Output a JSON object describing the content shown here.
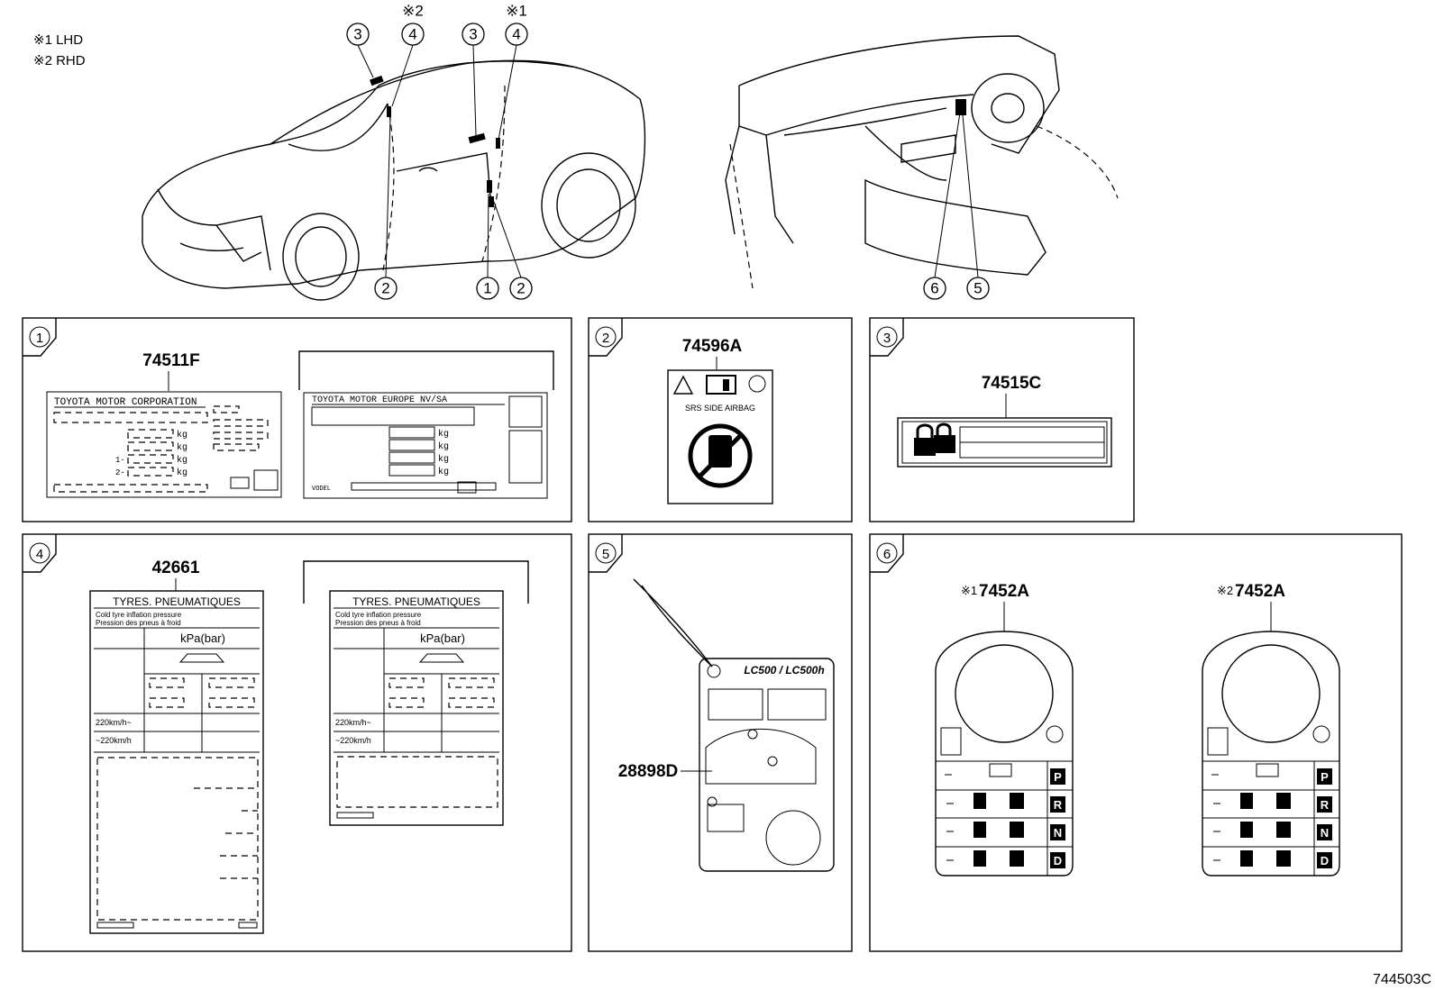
{
  "notes": {
    "note1": "※1 LHD",
    "note2": "※2 RHD"
  },
  "car_callouts": {
    "top": [
      {
        "num": "3"
      },
      {
        "mark": "※2",
        "num": "4"
      },
      {
        "num": "3"
      },
      {
        "mark": "※1",
        "num": "4"
      }
    ],
    "bottom": [
      {
        "num": "2"
      },
      {
        "num": "1"
      },
      {
        "num": "2"
      }
    ],
    "dash": [
      {
        "num": "6"
      },
      {
        "num": "5"
      }
    ]
  },
  "panels": [
    {
      "num": "1",
      "part": "74511F",
      "left_label": {
        "header": "TOYOTA MOTOR CORPORATION",
        "units": [
          "kg",
          "kg",
          "kg",
          "kg"
        ],
        "row_marks": [
          "1-",
          "2-"
        ]
      },
      "right_label": {
        "header": "TOYOTA  MOTOR  EUROPE  NV/SA",
        "units": [
          "kg",
          "kg",
          "kg",
          "kg"
        ],
        "footer": "VODEL"
      }
    },
    {
      "num": "2",
      "part": "74596A",
      "airbag_label": {
        "text": "SRS  SIDE  AIRBAG"
      }
    },
    {
      "num": "3",
      "part": "74515C"
    },
    {
      "num": "4",
      "part": "42661",
      "tyre_label": {
        "title": "TYRES. PNEUMATIQUES",
        "line1": "Cold tyre inflation pressure",
        "line2": "Pression des pneus à froid",
        "unit": "kPa(bar)",
        "speed1": "220km/h~",
        "speed2": "~220km/h"
      }
    },
    {
      "num": "5",
      "part": "28898D",
      "tag": {
        "model": "LC500 / LC500h"
      }
    },
    {
      "num": "6",
      "part_lhd": "7452A",
      "mark_lhd": "※1",
      "part_rhd": "7452A",
      "mark_rhd": "※2",
      "gears": [
        "P",
        "R",
        "N",
        "D"
      ]
    }
  ],
  "drawing_number": "744503C"
}
